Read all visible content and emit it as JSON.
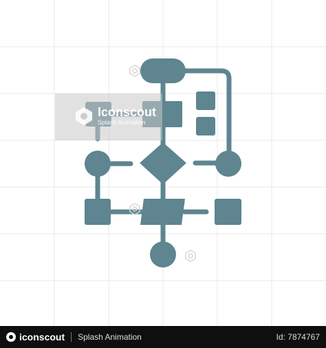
{
  "watermark": {
    "brand": "Iconscout",
    "sub": "Splash Animation"
  },
  "footer": {
    "brand": "iconscout",
    "tagline": "Splash Animation",
    "id_text": "Id: 7874767"
  },
  "colors": {
    "icon": "#5e8590",
    "grid": "#e8e8e8",
    "footer_bg": "#0f0f0f"
  },
  "icon": {
    "name": "flowchart-icon"
  }
}
